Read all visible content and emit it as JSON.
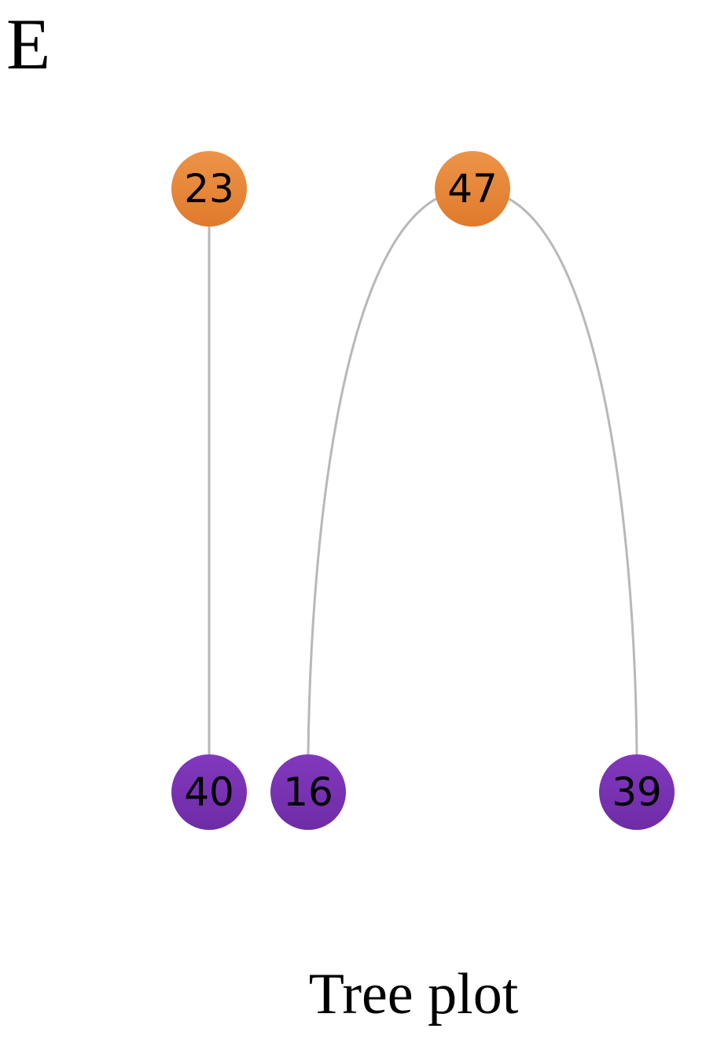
{
  "panel_label": "E",
  "caption": "Tree plot",
  "colors": {
    "parent": "#E8873A",
    "child": "#7A33B3",
    "edge": "#B8B8B8"
  },
  "nodes": [
    {
      "id": "23",
      "label": "23",
      "group": "parent"
    },
    {
      "id": "47",
      "label": "47",
      "group": "parent"
    },
    {
      "id": "40",
      "label": "40",
      "group": "child"
    },
    {
      "id": "16",
      "label": "16",
      "group": "child"
    },
    {
      "id": "39",
      "label": "39",
      "group": "child"
    }
  ],
  "edges": [
    {
      "from": "23",
      "to": "40"
    },
    {
      "from": "47",
      "to": "16"
    },
    {
      "from": "47",
      "to": "39"
    }
  ]
}
